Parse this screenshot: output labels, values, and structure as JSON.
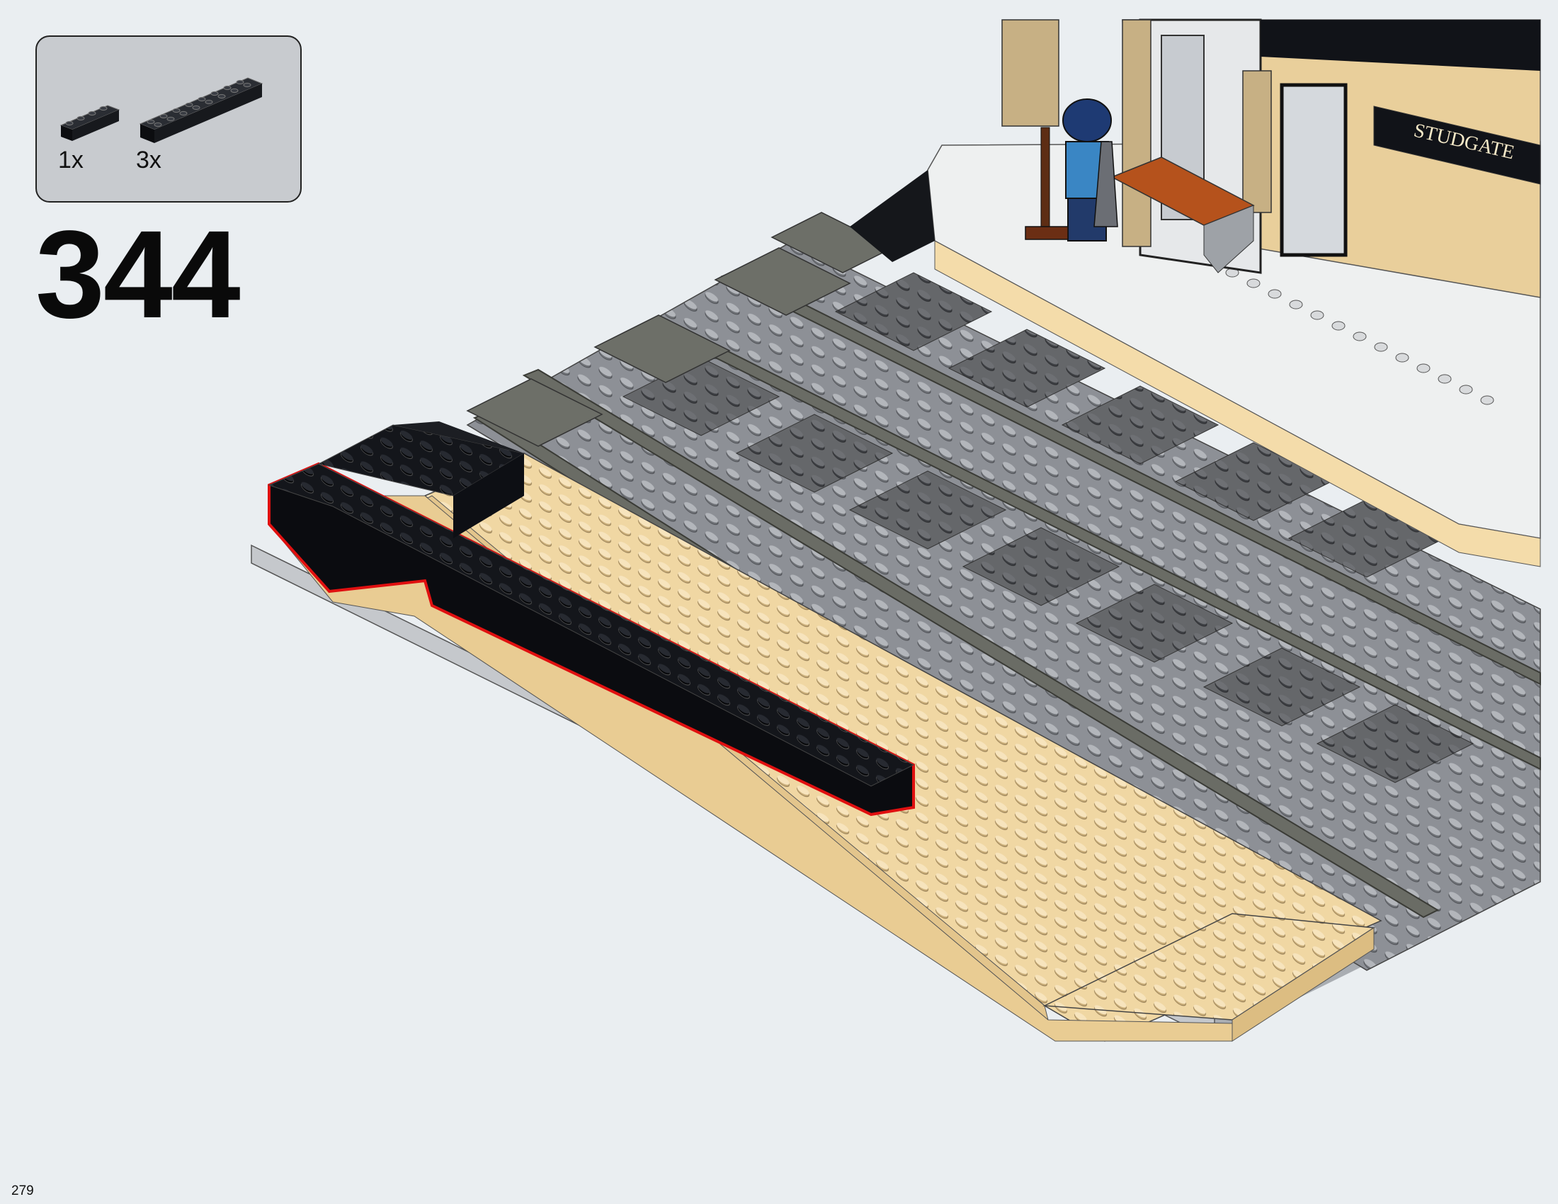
{
  "step": {
    "number": "344"
  },
  "page": {
    "number": "279"
  },
  "parts_list": [
    {
      "name": "black-brick-1x4",
      "quantity": "1x"
    },
    {
      "name": "black-brick-1x8",
      "quantity": "3x"
    }
  ],
  "scene": {
    "station_sign": "STUDGATE"
  },
  "colors": {
    "background": "#eaeef1",
    "parts_box": "#c8cbcf",
    "black_brick": "#0d0f14",
    "tan": "#f0d7a3",
    "baseplate_gray": "#9a9da3",
    "rail_gray": "#5d5f58",
    "highlight": "#e01010"
  }
}
